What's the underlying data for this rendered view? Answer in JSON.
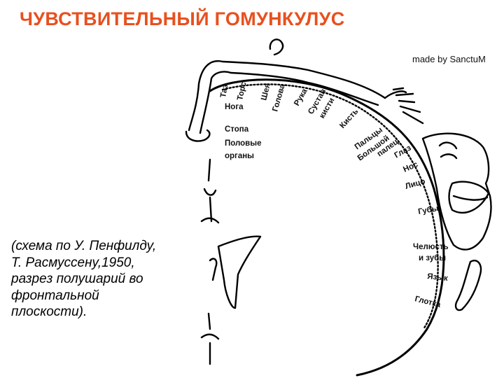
{
  "title": "ЧУВСТВИТЕЛЬНЫЙ ГОМУНКУЛУС",
  "credit": "made by SanctuM",
  "caption": {
    "line1": "(схема по У. Пенфилду,",
    "line2": "Т. Расмуссену,1950,",
    "line3": "разрез полушарий во",
    "line4": "фронтальной",
    "line5": "плоскости)."
  },
  "labels": {
    "taz": "Таз",
    "tors": "Торс",
    "sheya": "Шея",
    "golova": "Голова",
    "ruka": "Рука",
    "sustav": "Сустав",
    "kisti": "кисти",
    "kist": "Кисть",
    "paltsy": "Пальцы",
    "bolshoy": "Большой",
    "palets": "палец",
    "glaz": "Глаз",
    "nos": "Нос",
    "litso": "Лицо",
    "guby": "Губы",
    "chelyust": "Челюсть",
    "i_zuby": "и зубы",
    "yazyk": "Язык",
    "glotka": "Глотка",
    "noga": "Нога",
    "stopa": "Стопа",
    "polovye": "Половые",
    "organy": "органы"
  }
}
